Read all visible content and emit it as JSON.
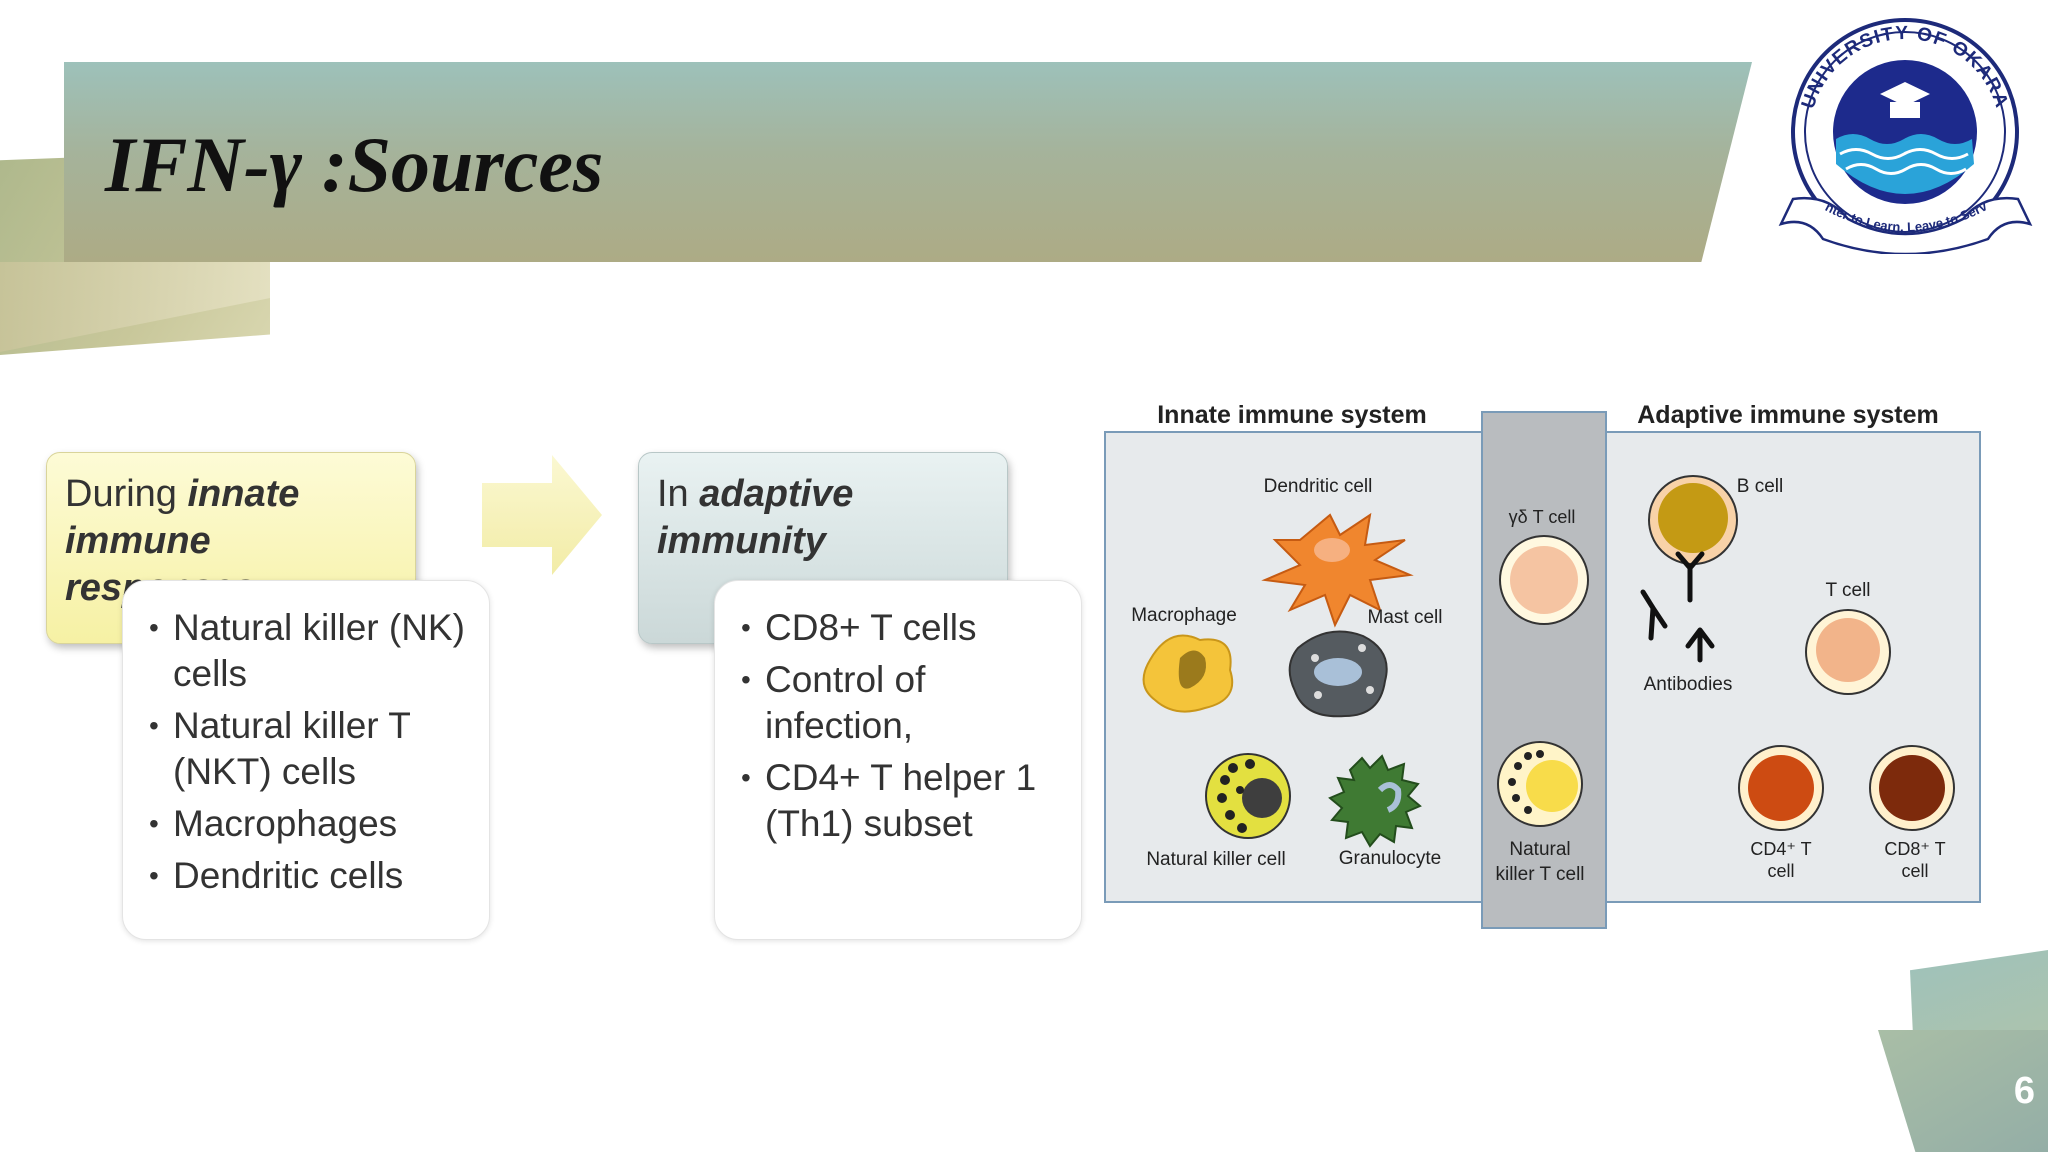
{
  "slide": {
    "title": "IFN-γ :Sources",
    "number": "6"
  },
  "logo": {
    "ring_text": "UNIVERSITY OF OKARA",
    "motto": "Enter to Learn, Leave to Serve"
  },
  "innate": {
    "heading_prefix": "During ",
    "heading_emphasis": "innate immune responses",
    "items": [
      "Natural killer (NK) cells",
      "Natural killer T (NKT) cells",
      "Macrophages",
      "Dendritic cells"
    ]
  },
  "adaptive": {
    "heading_prefix": "In ",
    "heading_emphasis": "adaptive immunity",
    "items": [
      "CD8+ T cells",
      "Control of infection,",
      "CD4+ T helper 1 (Th1) subset"
    ]
  },
  "diagram": {
    "innate_title": "Innate immune system",
    "adaptive_title": "Adaptive immune system",
    "cells": {
      "dendritic": "Dendritic cell",
      "macrophage": "Macrophage",
      "mast": "Mast cell",
      "nk": "Natural killer cell",
      "granulocyte": "Granulocyte",
      "gd_t": "γδ T cell",
      "nkt_line1": "Natural",
      "nkt_line2": "killer T cell",
      "b_cell": "B cell",
      "antibodies": "Antibodies",
      "t_cell": "T cell",
      "cd4_line1": "CD4⁺ T",
      "cd4_line2": "cell",
      "cd8_line1": "CD8⁺ T",
      "cd8_line2": "cell"
    }
  }
}
